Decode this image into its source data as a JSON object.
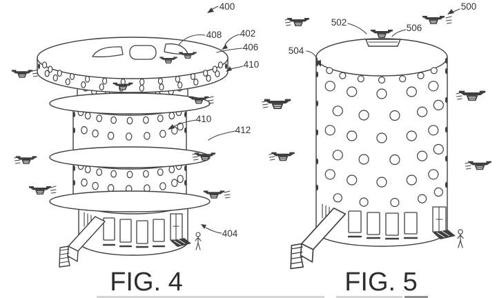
{
  "colors": {
    "ink": "#3e3e3e",
    "paper": "#ffffff",
    "footer_strip_light": "#d6d6d6",
    "footer_strip_dark": "#8f8f8f"
  },
  "fig4": {
    "caption": "FIG. 4",
    "refs": {
      "r400": "400",
      "r402": "402",
      "r404": "404",
      "r406": "406",
      "r408": "408",
      "r410_top": "410",
      "r410_mid": "410",
      "r412": "412"
    }
  },
  "fig5": {
    "caption": "FIG. 5",
    "refs": {
      "r500": "500",
      "r502": "502",
      "r504": "504",
      "r506": "506"
    }
  },
  "icons": {
    "drone": "quadcopter-drone-icon",
    "speed_lines": "motion-dashes",
    "truck": "delivery-truck-dock-icon",
    "person": "person-icon",
    "pad": "drone-landing-pad-icon",
    "door": "entry-door-icon"
  }
}
